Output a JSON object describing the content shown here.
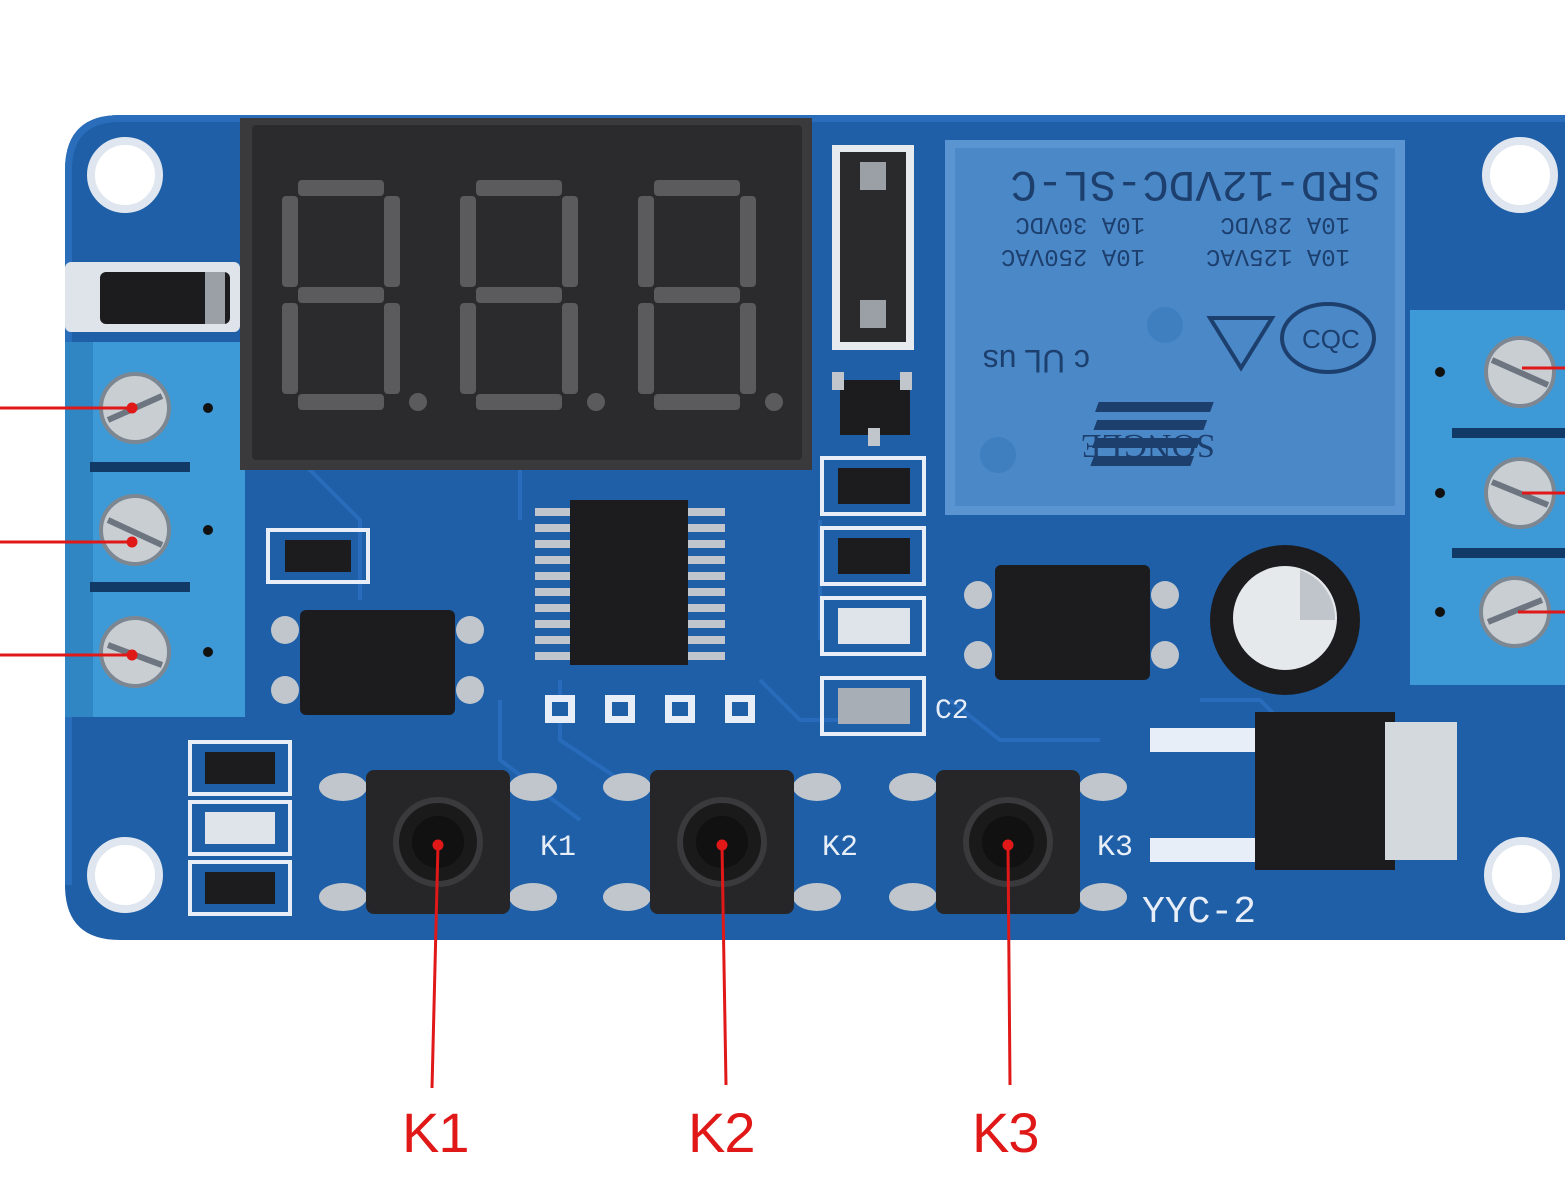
{
  "colors": {
    "pcb": "#1e5fa8",
    "pcb_dark": "#184f8f",
    "terminal": "#3e9ad6",
    "relay": "#4a88c8",
    "display": "#2b2b2d",
    "segment": "#5b5b5e",
    "callout": "#e01818",
    "silkscreen": "#e8eef7"
  },
  "relay": {
    "model": "SRD-12VDC-SL-C",
    "rating_1": "10A 30VDC",
    "rating_2": "10A 250VAC",
    "rating_3": "10A 28VDC",
    "rating_4": "10A 125VAC",
    "brand": "SONGLE",
    "cert_ul": "c UL us",
    "cert_cqc": "CQC"
  },
  "board": {
    "model": "YYC-2",
    "capacitor_label": "C2",
    "button_k1_silk": "K1",
    "button_k2_silk": "K2",
    "button_k3_silk": "K3"
  },
  "callouts": {
    "k1": "K1",
    "k2": "K2",
    "k3": "K3"
  },
  "display": {
    "digits": 3
  }
}
